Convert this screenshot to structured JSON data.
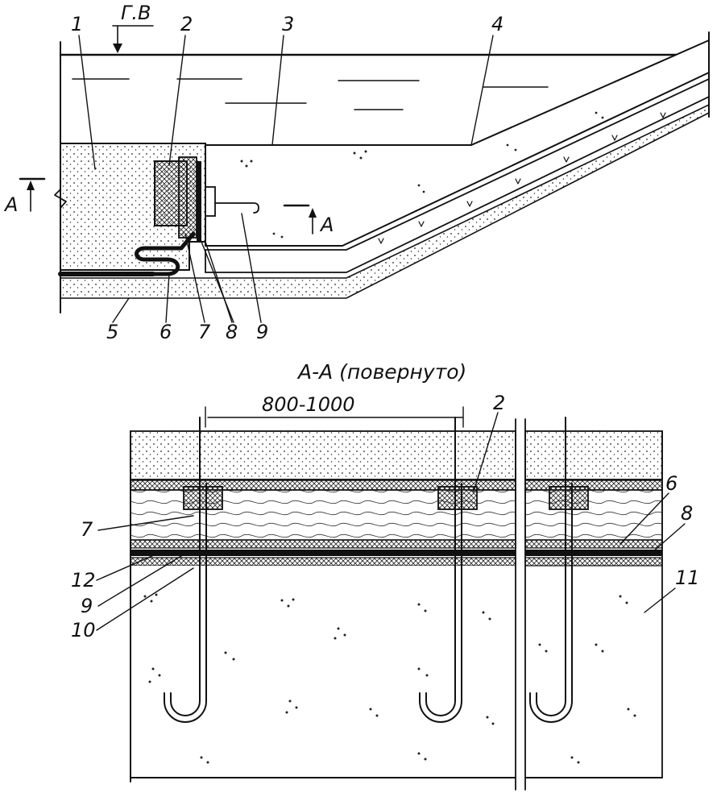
{
  "top_section": {
    "water_level_label": "Г.В",
    "section_marker_left": "А",
    "section_marker_right": "А",
    "callouts": [
      "1",
      "2",
      "3",
      "4",
      "5",
      "6",
      "7",
      "8",
      "9"
    ]
  },
  "bottom_section": {
    "title": "А-А (повернуто)",
    "spacing_dimension": "800-1000",
    "callouts_left": [
      "7",
      "12",
      "9",
      "10"
    ],
    "callouts_right": [
      "2",
      "6",
      "8",
      "11"
    ]
  }
}
